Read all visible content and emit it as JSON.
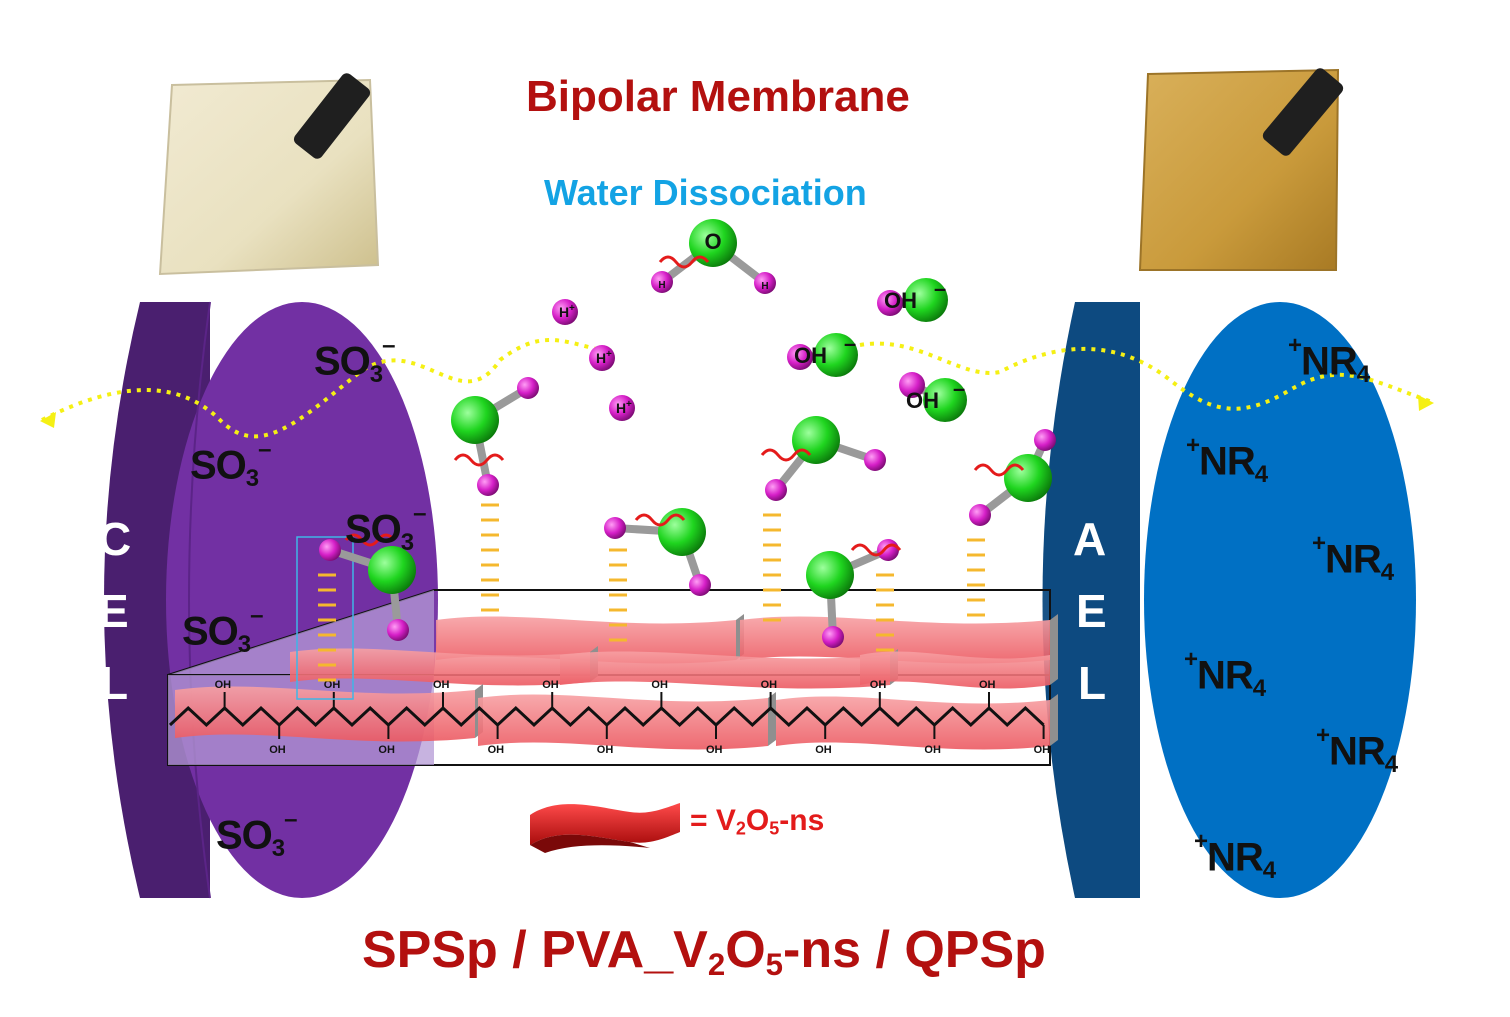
{
  "title": "Bipolar Membrane",
  "subtitle": "Water Dissociation",
  "cel": {
    "letters": [
      "C",
      "E",
      "L"
    ],
    "ion": "SO",
    "ion_sub": "3",
    "ion_sup": "–",
    "color": "#7230a3",
    "edge_color": "#4a1f6f"
  },
  "ael": {
    "letters": [
      "A",
      "E",
      "L"
    ],
    "ion_pre": "+",
    "ion": "NR",
    "ion_sub": "4",
    "color": "#0070c4",
    "edge_color": "#0d4a80"
  },
  "water_molecule": {
    "o": "O",
    "h": "H"
  },
  "proton": {
    "h": "H",
    "sup": "+"
  },
  "hydroxide": {
    "label": "OH",
    "sup": "–"
  },
  "polymer_group": "OH",
  "legend": {
    "text_pre": "= V",
    "sub1": "2",
    "mid": "O",
    "sub2": "5",
    "post": "-ns"
  },
  "bottom_label": {
    "pre": "SPSp / PVA_V",
    "sub1": "2",
    "mid": "O",
    "sub2": "5",
    "post": "-ns / QPSp"
  },
  "colors": {
    "oxygen": "#1fd51f",
    "hydrogen": "#d61fc8",
    "sheet": "#f2747a",
    "bond_dash": "#f5b82e",
    "path": "#f5f014"
  }
}
